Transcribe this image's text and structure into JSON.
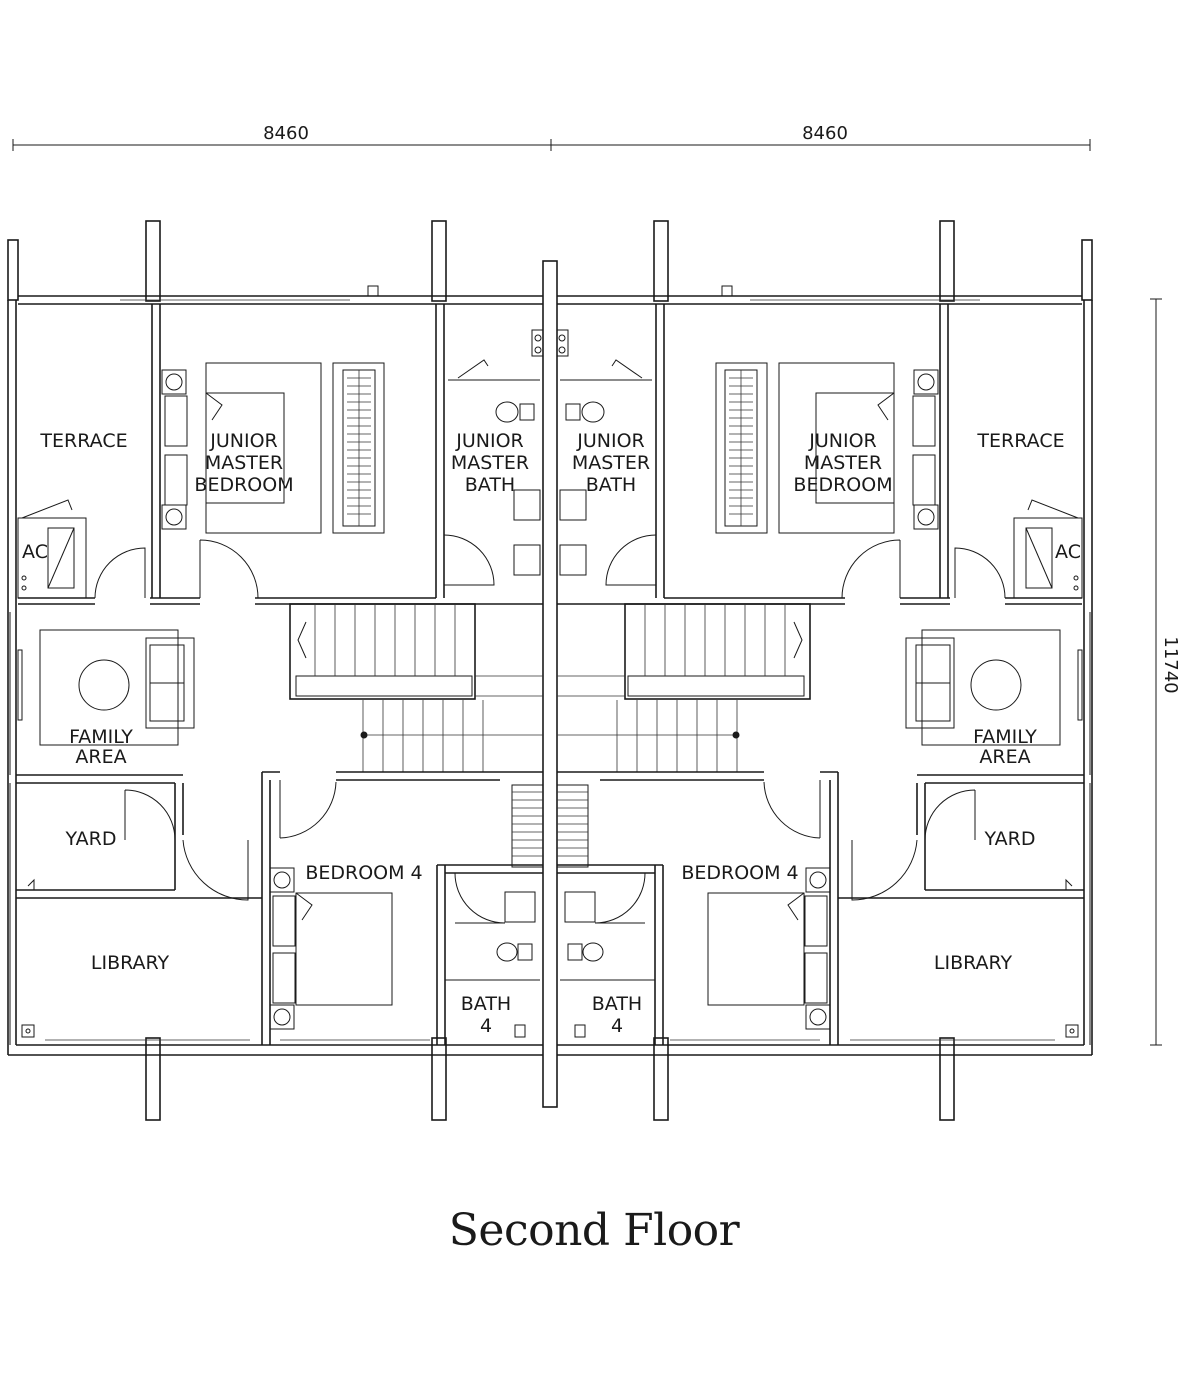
{
  "title": "Second Floor",
  "dimensions": {
    "top_left": "8460",
    "top_right": "8460",
    "side": "11740"
  },
  "rooms": {
    "left": {
      "terrace": "TERRACE",
      "ac": "AC",
      "jmb": [
        "JUNIOR",
        "MASTER",
        "BEDROOM"
      ],
      "jmbath": [
        "JUNIOR",
        "MASTER",
        "BATH"
      ],
      "family": [
        "FAMILY",
        "AREA"
      ],
      "yard": "YARD",
      "bedroom4": "BEDROOM 4",
      "library": "LIBRARY",
      "bath4": [
        "BATH",
        "4"
      ]
    },
    "right": {
      "terrace": "TERRACE",
      "ac": "AC",
      "jmb": [
        "JUNIOR",
        "MASTER",
        "BEDROOM"
      ],
      "jmbath": [
        "JUNIOR",
        "MASTER",
        "BATH"
      ],
      "family": [
        "FAMILY",
        "AREA"
      ],
      "yard": "YARD",
      "bedroom4": "BEDROOM 4",
      "library": "LIBRARY",
      "bath4": [
        "BATH",
        "4"
      ]
    }
  }
}
